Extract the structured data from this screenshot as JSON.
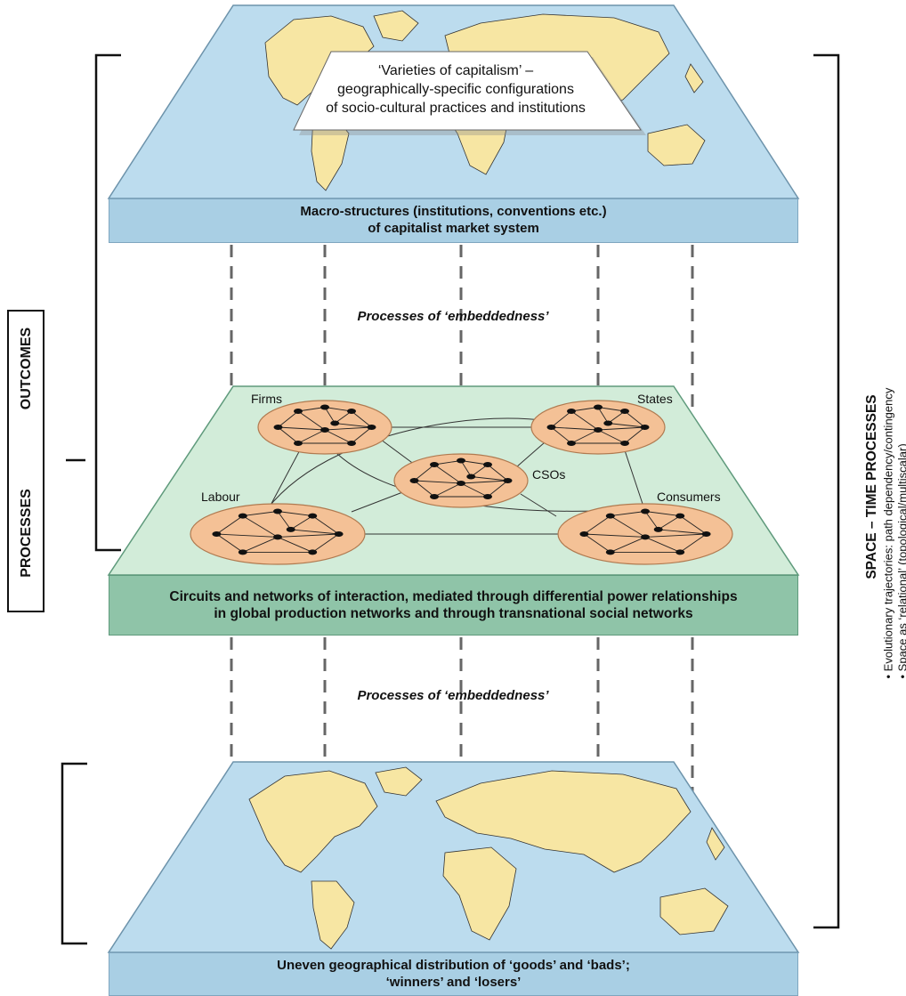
{
  "callout": {
    "line1": "‘Varieties of capitalism’ –",
    "line2": "geographically-specific configurations",
    "line3": "of socio-cultural practices and institutions"
  },
  "top_band": {
    "line1": "Macro-structures (institutions, conventions etc.)",
    "line2": "of capitalist market system"
  },
  "embeddedness_upper": "Processes of ‘embeddedness’",
  "embeddedness_lower": "Processes of ‘embeddedness’",
  "networks": {
    "firms": "Firms",
    "states": "States",
    "csos": "CSOs",
    "labour": "Labour",
    "consumers": "Consumers"
  },
  "mid_band": {
    "line1": "Circuits and networks of interaction, mediated through differential power relationships",
    "line2": "in global production networks and through transnational social networks"
  },
  "bottom_band": {
    "line1": "Uneven geographical distribution of ‘goods’ and ‘bads’;",
    "line2": "‘winners’ and ‘losers’"
  },
  "left_axis": {
    "processes": "PROCESSES",
    "outcomes": "OUTCOMES"
  },
  "right_axis": {
    "title": "SPACE – TIME PROCESSES",
    "bullet1": "• Evolutionary trajectories: path dependency/contingency",
    "bullet2": "• Space as ‘relational’ (topological/multiscalar)"
  },
  "colors": {
    "map_ocean": "#bcdcee",
    "map_land": "#f7e6a3",
    "network_plane": "#d2ecd9",
    "node_ellipse": "#f4c196",
    "band_blue": "#a9cfe4",
    "band_green": "#8fc4a8"
  }
}
